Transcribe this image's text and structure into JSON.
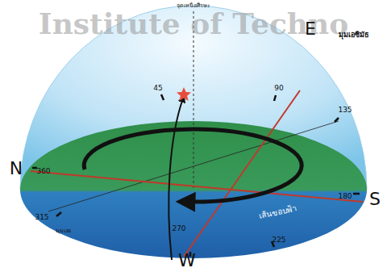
{
  "diagram": {
    "labels": [
      "Institute of Techno",
      "จุดเหนือศีรษะ",
      "มุมเอซิมัธ",
      "E",
      "45",
      "90",
      "N",
      "360",
      "135",
      "180",
      "S",
      "315",
      "เส้นขอบฟ้า",
      "มุมเงย",
      "270",
      "225",
      "W"
    ]
  }
}
